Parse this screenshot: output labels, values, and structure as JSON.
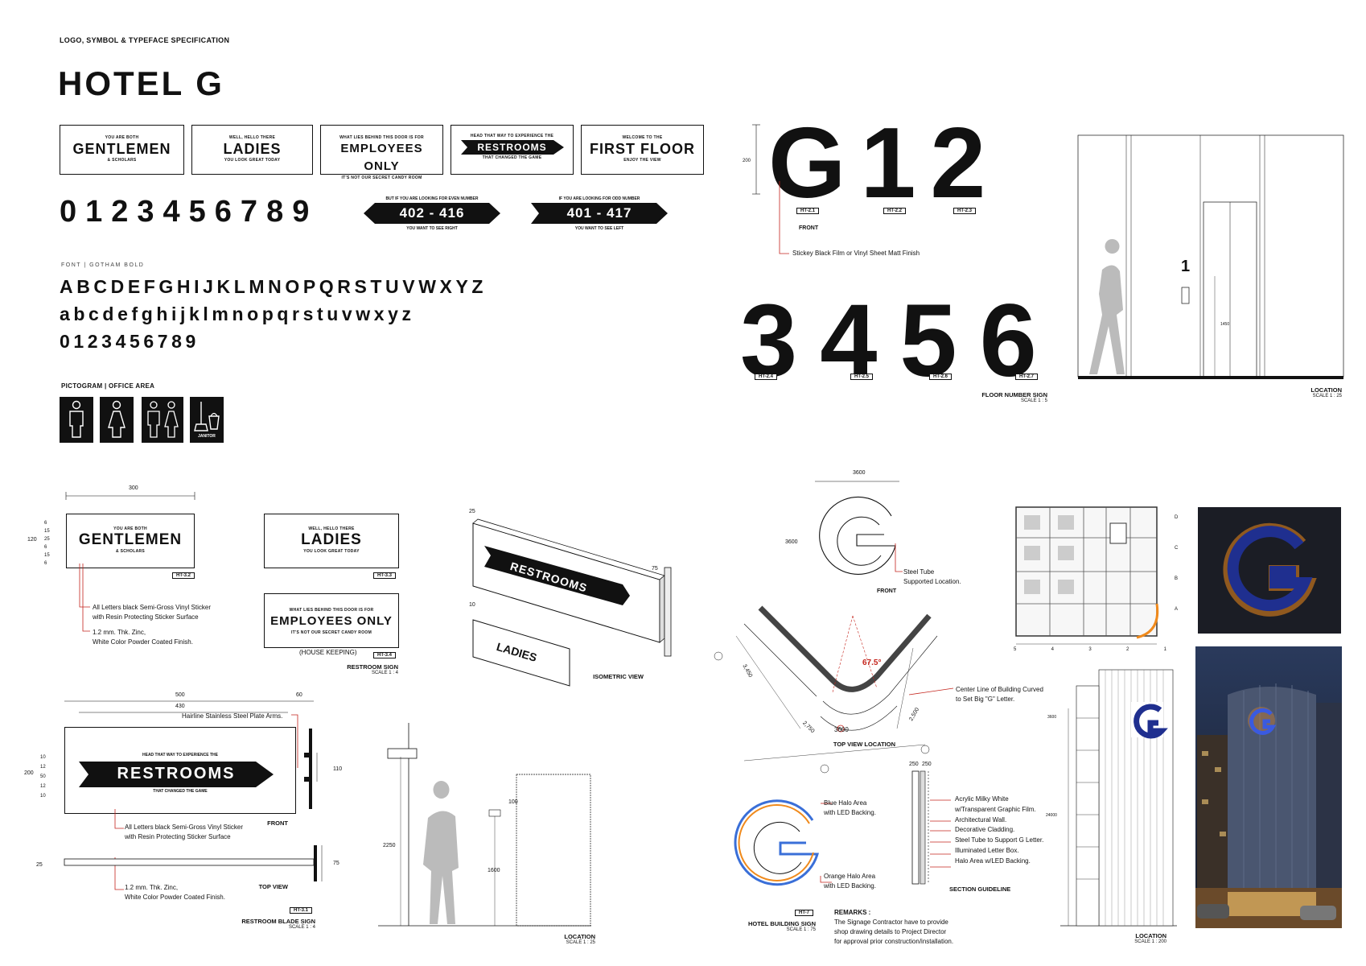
{
  "header": {
    "title": "LOGO, SYMBOL & TYPEFACE SPECIFICATION",
    "brand": "HOTEL G"
  },
  "door_signs": [
    {
      "pre": "YOU ARE BOTH",
      "main": "GENTLEMEN",
      "post": "& SCHOLARS"
    },
    {
      "pre": "WELL, HELLO THERE",
      "main": "LADIES",
      "post": "YOU LOOK GREAT TODAY"
    },
    {
      "pre": "WHAT LIES BEHIND THIS DOOR IS FOR",
      "main": "EMPLOYEES ONLY",
      "post": "IT'S NOT OUR SECRET CANDY ROOM"
    },
    {
      "pre": "HEAD THAT WAY TO EXPERIENCE THE",
      "main": "RESTROOMS",
      "post": "THAT CHANGED THE GAME"
    },
    {
      "pre": "WELCOME TO THE",
      "main": "FIRST FLOOR",
      "post": "ENJOY THE VIEW"
    }
  ],
  "digits_row": "0123456789",
  "room_arrows": [
    {
      "pre": "BUT IF YOU ARE LOOKING FOR EVEN NUMBER",
      "main": "402 - 416",
      "post": "YOU WANT TO SEE RIGHT"
    },
    {
      "pre": "IF YOU ARE LOOKING FOR ODD NUMBER",
      "main": "401 - 417",
      "post": "YOU WANT TO SEE LEFT"
    }
  ],
  "font": {
    "label": "FONT | GOTHAM BOLD",
    "upper": "ABCDEFGHIJKLMNOPQRSTUVWXYZ",
    "lower": "abcdefghijklmnopqrstuvwxyz",
    "digits": "0123456789"
  },
  "pictogram": {
    "label": "PICTOGRAM | OFFICE AREA",
    "icons": [
      "male-icon",
      "female-icon",
      "unisex-icon",
      "janitor-icon"
    ],
    "janitor_label": "JANITOR"
  },
  "floor_numbers": {
    "top": "G12",
    "bottom": "3456",
    "dim_200": "200",
    "codes_top": [
      "HT-2.1",
      "HT-2.2",
      "HT-2.3"
    ],
    "codes_bottom": [
      "HT-2.4",
      "HT-2.5",
      "HT-2.6",
      "HT-2.7"
    ],
    "front": "FRONT",
    "finish_note": "Stickey Black Film or Vinyl Sheet Matt Finish",
    "caption": "FLOOR NUMBER SIGN",
    "scale": "SCALE 1 : 5"
  },
  "floor_location": {
    "number": "1",
    "dim": "1450",
    "caption": "LOCATION",
    "scale": "SCALE 1 : 25"
  },
  "restroom_sign": {
    "dim_300": "300",
    "dim_120": "120",
    "dims_left": [
      "6",
      "15",
      "25",
      "6",
      "15",
      "6"
    ],
    "codes": [
      "HT-3.2",
      "HT-3.3",
      "HT-3.4"
    ],
    "note1": "All Letters black Semi-Gross Vinyl Sticker",
    "note1b": "with Resin Protecting Sticker Surface",
    "note2": "1.2 mm. Thk. Zinc,",
    "note2b": "White Color Powder Coated Finish.",
    "house_keeping": "(HOUSE KEEPING)",
    "caption": "RESTROOM SIGN",
    "scale": "SCALE 1 : 4"
  },
  "isometric": {
    "caption": "ISOMETRIC VIEW",
    "dim_25": "25",
    "dim_75": "75",
    "dim_10": "10"
  },
  "blade_sign": {
    "dim_500": "500",
    "dim_430": "430",
    "dim_60": "60",
    "dim_200": "200",
    "dim_110": "110",
    "dims_left": [
      "10",
      "12",
      "50",
      "12",
      "10"
    ],
    "arms_note": "Hairline Stainless Steel Plate Arms.",
    "note1": "All Letters black Semi-Gross Vinyl Sticker",
    "note1b": "with Resin Protecting Sticker Surface",
    "front": "FRONT",
    "dim_25": "25",
    "dim_75": "75",
    "note2": "1.2 mm. Thk. Zinc,",
    "note2b": "White Color Powder Coated Finish.",
    "top_view": "TOP VIEW",
    "code": "HT-3.1",
    "caption": "RESTROOM BLADE SIGN",
    "scale": "SCALE 1 : 4"
  },
  "blade_location": {
    "dim_2250": "2250",
    "dim_1600": "1600",
    "dim_100": "100",
    "caption": "LOCATION",
    "scale": "SCALE 1 : 25"
  },
  "big_g": {
    "dim_3600_top": "3600",
    "dim_3600_side": "3600",
    "steel_note": "Steel Tube",
    "steel_note_b": "Supported Location.",
    "front": "FRONT",
    "angle": "67.5°",
    "dim_3450": "3,450",
    "dim_2750": "2,750",
    "dim_2500": "2,500",
    "dim_3600_bottom": "3600",
    "center_note": "Center Line of Building Curved",
    "center_note_b": "to Set Big \"G\" Letter.",
    "top_view": "TOP VIEW LOCATION"
  },
  "halo": {
    "blue": "Blue Halo Area",
    "blue_b": "with LED Backing.",
    "orange": "Orange Halo Area",
    "orange_b": "with LED Backing.",
    "code": "HT-7",
    "caption": "HOTEL BUILDING SIGN",
    "scale": "SCALE 1 : 75"
  },
  "section": {
    "dims": [
      "250",
      "250"
    ],
    "notes": [
      "Acrylic Milky White",
      "w/Transparent Graphic Film.",
      "Architectural Wall.",
      "Decorative Cladding.",
      "Steel Tube to Support G Letter.",
      "Illuminated Letter Box.",
      "Halo Area w/LED Backing."
    ],
    "caption": "SECTION GUIDELINE",
    "remarks_title": "REMARKS :",
    "remarks": [
      "The Signage Contractor have to provide",
      "shop drawing details to Project Director",
      "for approval prior construction/installation."
    ]
  },
  "plan": {
    "grid_right": [
      "D",
      "C",
      "B",
      "A"
    ],
    "grid_bottom": [
      "5",
      "4",
      "3",
      "2",
      "1"
    ]
  },
  "elevation": {
    "dim_3600": "3600",
    "dim_24000": "24000",
    "caption": "LOCATION",
    "scale": "SCALE 1 : 200"
  },
  "colors": {
    "ink": "#111111",
    "blue": "#1f2f8f",
    "orange": "#f08a1c",
    "red": "#c4241c",
    "night": "#1b2030"
  }
}
